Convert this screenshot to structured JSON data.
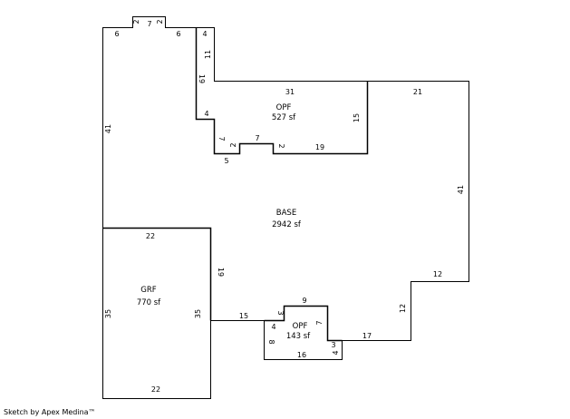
{
  "areas": {
    "opf_top": {
      "name": "OPF",
      "size": "527 sf"
    },
    "base": {
      "name": "BASE",
      "size": "2942 sf"
    },
    "grf": {
      "name": "GRF",
      "size": "770 sf"
    },
    "opf_bottom": {
      "name": "OPF",
      "size": "143 sf"
    }
  },
  "dimensions": {
    "top_left_6": "6",
    "bump_2_left": "2",
    "bump_7": "7",
    "bump_2_right": "2",
    "top_right_6": "6",
    "left_41": "41",
    "notch_4": "4",
    "notch_11": "11",
    "notch_19": "19",
    "opf_31": "31",
    "right_top_21": "21",
    "opf_15": "15",
    "opf_4": "4",
    "opf_7_side": "7",
    "opf_2_a": "2",
    "opf_7_top": "7",
    "opf_2_b": "2",
    "opf_19": "19",
    "opf_5": "5",
    "right_41": "41",
    "grf_top_22": "22",
    "grf_19": "19",
    "grf_left_35": "35",
    "grf_right_35": "35",
    "grf_bottom_22": "22",
    "step_12_h": "12",
    "step_12_v": "12",
    "bottom_15": "15",
    "bottom_17": "17",
    "opf2_9": "9",
    "opf2_3": "3",
    "opf2_4": "4",
    "opf2_7": "7",
    "opf2_8": "8",
    "opf2_3b": "3",
    "opf2_4b": "4",
    "opf2_16": "16"
  },
  "footer": {
    "text": "Sketch by Apex Medina™"
  }
}
